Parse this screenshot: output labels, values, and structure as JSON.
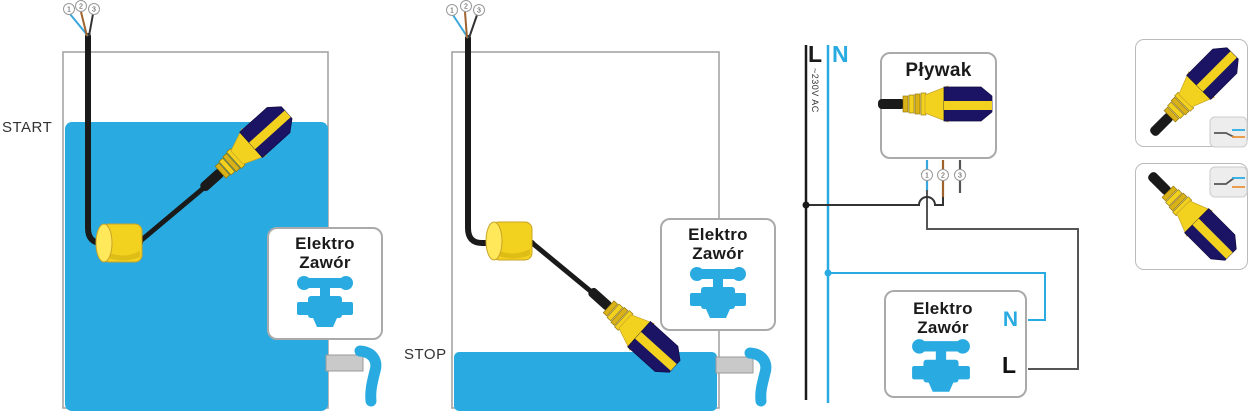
{
  "labels": {
    "start": "START",
    "stop": "STOP",
    "line_l": "L",
    "line_n": "N",
    "voltage": "~230V AC"
  },
  "float_switch_card": {
    "title": "Pływak"
  },
  "valve_card": {
    "title_line1": "Elektro",
    "title_line2": "Zawór"
  },
  "circuit_valve_terminals": {
    "n": "N",
    "l": "L"
  },
  "wire_numbers": {
    "w1": "1",
    "w2": "2",
    "w3": "3"
  },
  "colors": {
    "water": "#29ABE2",
    "valve_icon": "#29ABE2",
    "float_body_navy": "#1B1464",
    "float_yellow": "#F2D21F",
    "wire_blue": "#3AA7DC",
    "wire_brown": "#A0622D",
    "wire_black": "#1a1a1a",
    "bus_l": "#1a1a1a",
    "bus_n": "#29ABE2",
    "tank_outline": "#a5a5a5"
  }
}
